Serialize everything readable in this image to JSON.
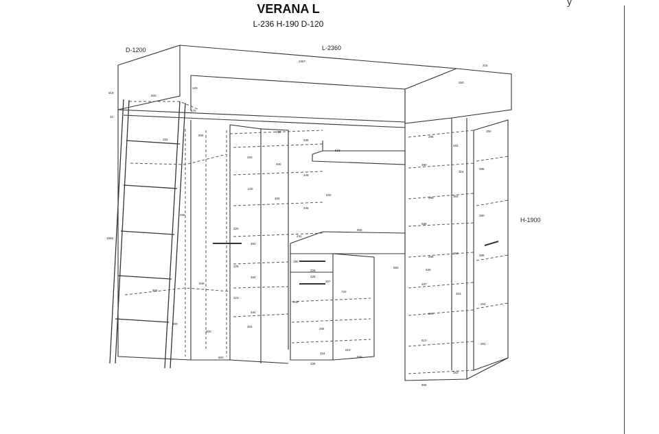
{
  "header": {
    "title": "VERANA L",
    "subtitle": "L-236 H-190 D-120",
    "corner_mark": "y"
  },
  "labels": {
    "depth": "D-1200",
    "length": "L-2360",
    "height": "H-1900"
  },
  "dimensions": [
    "2367",
    "315",
    "919",
    "10",
    "900",
    "120",
    "170",
    "253",
    "265",
    "655",
    "948",
    "800",
    "1866",
    "800",
    "904",
    "200",
    "250",
    "348",
    "450",
    "400",
    "249",
    "450",
    "348",
    "230",
    "220",
    "484",
    "225",
    "484",
    "223",
    "484",
    "304",
    "231",
    "620",
    "955",
    "518",
    "180",
    "328",
    "328",
    "267",
    "244",
    "720",
    "256",
    "610",
    "334",
    "335",
    "555",
    "530",
    "650",
    "296",
    "263",
    "296",
    "363",
    "380",
    "588",
    "296",
    "263",
    "318",
    "287",
    "398",
    "380",
    "398",
    "303",
    "264",
    "290",
    "610",
    "263",
    "281",
    "250",
    "260",
    "955"
  ],
  "colors": {
    "line": "#333333",
    "dashed": "#555555",
    "background": "#ffffff"
  }
}
